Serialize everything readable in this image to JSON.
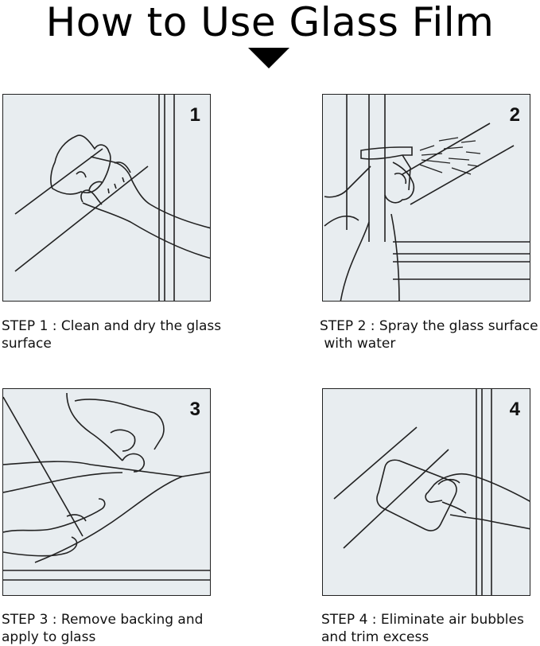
{
  "title": "How to Use Glass Film",
  "steps": [
    {
      "number": "1",
      "caption_line1": "STEP 1 : Clean and dry the glass",
      "caption_line2": "surface"
    },
    {
      "number": "2",
      "caption_line1": "STEP 2 : Spray the glass surface",
      "caption_line2": " with water"
    },
    {
      "number": "3",
      "caption_line1": "STEP 3 : Remove backing and",
      "caption_line2": "apply to glass"
    },
    {
      "number": "4",
      "caption_line1": "STEP 4 : Eliminate air bubbles",
      "caption_line2": "and trim excess"
    }
  ],
  "icons": [
    "cloth-wiping-hand-icon",
    "spray-bottle-hand-icon",
    "peeling-film-hands-icon",
    "squeegee-card-hand-icon",
    "down-triangle-arrow-icon"
  ],
  "colors": {
    "panel_bg": "#e8edf0",
    "line": "#222222",
    "text": "#111111"
  }
}
